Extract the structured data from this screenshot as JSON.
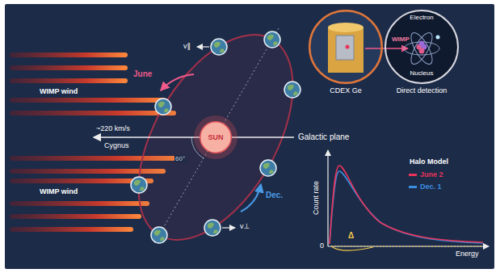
{
  "diagram": {
    "nodes": [
      {
        "text": [
          "SUN"
        ]
      },
      {
        "text": [
          "CDEX Ge"
        ]
      },
      {
        "text": [
          "Electron",
          "WIMP",
          "Nucleus",
          "Direct detection"
        ]
      }
    ],
    "labels": [
      "WIMP wind",
      "~220 km/s",
      "Cygnus",
      "June",
      "v∥",
      "60°",
      "Galactic plane",
      "WIMP wind",
      "Dec.",
      "v⊥",
      "Count rate",
      "0",
      "Δ",
      "Energy",
      "Halo Model"
    ],
    "legend": [
      {
        "text": "June 2",
        "color": "#e8345a"
      },
      {
        "text": "Dec. 1",
        "color": "#3b8fe0"
      }
    ]
  }
}
